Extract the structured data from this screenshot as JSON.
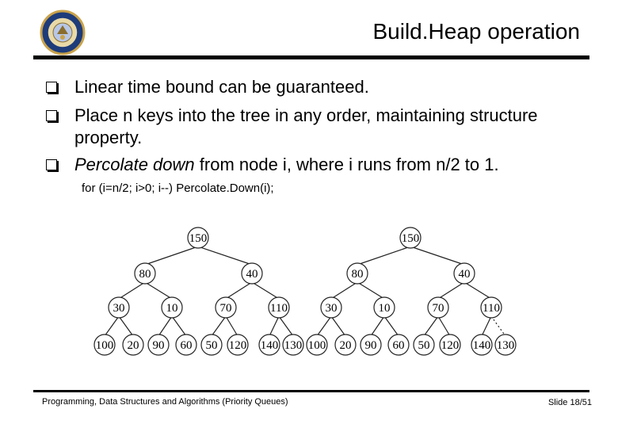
{
  "slide": {
    "title": "Build.Heap operation",
    "bullets": [
      {
        "text": "Linear time bound can be guaranteed."
      },
      {
        "text": "Place n keys into the tree in any order, maintaining structure",
        "continuation": "property."
      },
      {
        "italic": "Percolate down",
        "rest": " from node i, where i runs from n/2 to 1."
      }
    ],
    "code": "for (i=n/2; i>0; i--) Percolate.Down(i);"
  },
  "trees": [
    {
      "name": "left-tree",
      "nodes": [
        150,
        80,
        40,
        30,
        10,
        70,
        110,
        100,
        20,
        90,
        60,
        50,
        120,
        140,
        130
      ]
    },
    {
      "name": "right-tree",
      "nodes": [
        150,
        80,
        40,
        30,
        10,
        70,
        110,
        100,
        20,
        90,
        60,
        50,
        120,
        140,
        130
      ],
      "dashed_edge": "110-130"
    }
  ],
  "footer": {
    "left": "Programming, Data Structures and Algorithms  (Priority Queues)",
    "right": "Slide 18/51"
  }
}
